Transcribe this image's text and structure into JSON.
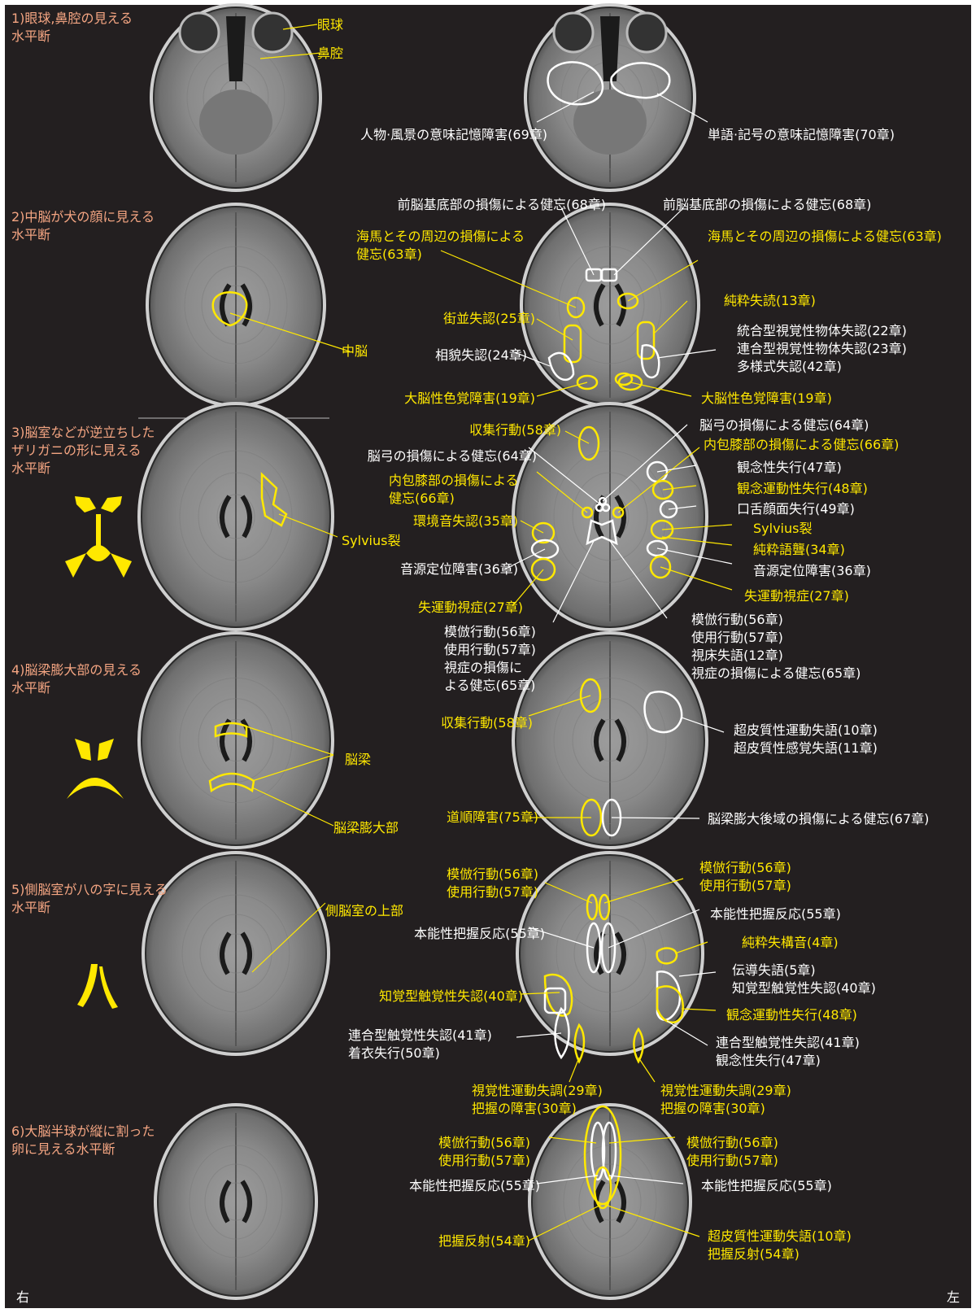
{
  "colors": {
    "background": "#231f20",
    "orange": "#f4a582",
    "yellow": "#ffe800",
    "white": "#ffffff"
  },
  "sections": [
    {
      "title_lines": [
        "1)眼球,鼻腔の見える",
        "水平断"
      ]
    },
    {
      "title_lines": [
        "2)中脳が犬の顔に見える",
        "水平断"
      ]
    },
    {
      "title_lines": [
        "3)脳室などが逆立ちした",
        "ザリガニの形に見える",
        "水平断"
      ]
    },
    {
      "title_lines": [
        "4)脳梁膨大部の見える",
        "水平断"
      ]
    },
    {
      "title_lines": [
        "5)側脳室が八の字に見える",
        "水平断"
      ]
    },
    {
      "title_lines": [
        "6)大脳半球が縦に割った",
        "卵に見える水平断"
      ]
    }
  ],
  "side_labels": {
    "right": "右",
    "left": "左"
  },
  "labels": [
    {
      "id": "s1-eyeball",
      "lines": [
        "眼球"
      ],
      "c": "y"
    },
    {
      "id": "s1-nasal",
      "lines": [
        "鼻腔"
      ],
      "c": "y"
    },
    {
      "id": "s1-person-memory",
      "lines": [
        "人物·風景の意味記憶障害(69章)"
      ],
      "c": "w"
    },
    {
      "id": "s1-word-memory",
      "lines": [
        "単語·記号の意味記憶障害(70章)"
      ],
      "c": "w"
    },
    {
      "id": "s2-forebrain-r",
      "lines": [
        "前脳基底部の損傷による健忘(68章)"
      ],
      "c": "w"
    },
    {
      "id": "s2-forebrain-l",
      "lines": [
        "前脳基底部の損傷による健忘(68章)"
      ],
      "c": "w"
    },
    {
      "id": "s2-hippo-r",
      "lines": [
        "海馬とその周辺の損傷による",
        "健忘(63章)"
      ],
      "c": "y"
    },
    {
      "id": "s2-hippo-l",
      "lines": [
        "海馬とその周辺の損傷による健忘(63章)"
      ],
      "c": "y"
    },
    {
      "id": "s2-alexia",
      "lines": [
        "純粋失読(13章)"
      ],
      "c": "y"
    },
    {
      "id": "s2-street",
      "lines": [
        "街並失認(25章)"
      ],
      "c": "y"
    },
    {
      "id": "s2-object",
      "lines": [
        "統合型視覚性物体失認(22章)",
        "連合型視覚性物体失認(23章)",
        "多様式失認(42章)"
      ],
      "c": "w"
    },
    {
      "id": "s2-face",
      "lines": [
        "相貌失認(24章)"
      ],
      "c": "w"
    },
    {
      "id": "s2-midbrain",
      "lines": [
        "中脳"
      ],
      "c": "y"
    },
    {
      "id": "s2-color-r",
      "lines": [
        "大脳性色覚障害(19章)"
      ],
      "c": "y"
    },
    {
      "id": "s2-color-l",
      "lines": [
        "大脳性色覚障害(19章)"
      ],
      "c": "y"
    },
    {
      "id": "s3-collect",
      "lines": [
        "収集行動(58章)"
      ],
      "c": "y"
    },
    {
      "id": "s3-fornix-l",
      "lines": [
        "脳弓の損傷による健忘(64章)"
      ],
      "c": "w"
    },
    {
      "id": "s3-genu-l",
      "lines": [
        "内包膝部の損傷による健忘(66章)"
      ],
      "c": "y"
    },
    {
      "id": "s3-fornix-r",
      "lines": [
        "脳弓の損傷による健忘(64章)"
      ],
      "c": "w"
    },
    {
      "id": "s3-genu-r",
      "lines": [
        "内包膝部の損傷による",
        "健忘(66章)"
      ],
      "c": "y"
    },
    {
      "id": "s3-ideational",
      "lines": [
        "観念性失行(47章)"
      ],
      "c": "w"
    },
    {
      "id": "s3-ideomotor",
      "lines": [
        "観念運動性失行(48章)"
      ],
      "c": "y"
    },
    {
      "id": "s3-buccofacial",
      "lines": [
        "口舌顔面失行(49章)"
      ],
      "c": "w"
    },
    {
      "id": "s3-env-sound",
      "lines": [
        "環境音失認(35章)"
      ],
      "c": "y"
    },
    {
      "id": "s3-sylvius-l",
      "lines": [
        "Sylvius裂"
      ],
      "c": "y"
    },
    {
      "id": "s3-sylvius-r",
      "lines": [
        "Sylvius裂"
      ],
      "c": "y"
    },
    {
      "id": "s3-word-deaf",
      "lines": [
        "純粋語聾(34章)"
      ],
      "c": "y"
    },
    {
      "id": "s3-sound-loc-r",
      "lines": [
        "音源定位障害(36章)"
      ],
      "c": "w"
    },
    {
      "id": "s3-sound-loc-l",
      "lines": [
        "音源定位障害(36章)"
      ],
      "c": "w"
    },
    {
      "id": "s3-ataxia-r",
      "lines": [
        "失運動視症(27章)"
      ],
      "c": "y"
    },
    {
      "id": "s3-ataxia-l",
      "lines": [
        "失運動視症(27章)"
      ],
      "c": "y"
    },
    {
      "id": "s3-imitation-r",
      "lines": [
        "模倣行動(56章)",
        "使用行動(57章)",
        "視症の損傷に",
        "よる健忘(65章)"
      ],
      "c": "w"
    },
    {
      "id": "s3-imitation-l",
      "lines": [
        "模倣行動(56章)",
        "使用行動(57章)",
        "視床失語(12章)",
        "視症の損傷による健忘(65章)"
      ],
      "c": "w"
    },
    {
      "id": "s4-collect",
      "lines": [
        "収集行動(58章)"
      ],
      "c": "y"
    },
    {
      "id": "s4-callosum",
      "lines": [
        "脳梁"
      ],
      "c": "y"
    },
    {
      "id": "s4-splenium",
      "lines": [
        "脳梁膨大部"
      ],
      "c": "y"
    },
    {
      "id": "s4-aphasia",
      "lines": [
        "超皮質性運動失語(10章)",
        "超皮質性感覚失語(11章)"
      ],
      "c": "w"
    },
    {
      "id": "s4-road",
      "lines": [
        "道順障害(75章)"
      ],
      "c": "y"
    },
    {
      "id": "s4-retro",
      "lines": [
        "脳梁膨大後域の損傷による健忘(67章)"
      ],
      "c": "w"
    },
    {
      "id": "s5-upper-ventricle",
      "lines": [
        "側脳室の上部"
      ],
      "c": "y"
    },
    {
      "id": "s5-imitation-r",
      "lines": [
        "模倣行動(56章)",
        "使用行動(57章)"
      ],
      "c": "y"
    },
    {
      "id": "s5-imitation-l",
      "lines": [
        "模倣行動(56章)",
        "使用行動(57章)"
      ],
      "c": "y"
    },
    {
      "id": "s5-grasp-l",
      "lines": [
        "本能性把握反応(55章)"
      ],
      "c": "w"
    },
    {
      "id": "s5-grasp-r",
      "lines": [
        "本能性把握反応(55章)"
      ],
      "c": "w"
    },
    {
      "id": "s5-anarthria",
      "lines": [
        "純粋失構音(4章)"
      ],
      "c": "y"
    },
    {
      "id": "s5-conduction",
      "lines": [
        "伝導失語(5章)",
        "知覚型触覚性失認(40章)"
      ],
      "c": "w"
    },
    {
      "id": "s5-tactile-r",
      "lines": [
        "知覚型触覚性失認(40章)"
      ],
      "c": "y"
    },
    {
      "id": "s5-ideomotor",
      "lines": [
        "観念運動性失行(48章)"
      ],
      "c": "y"
    },
    {
      "id": "s5-assoc-r",
      "lines": [
        "連合型触覚性失認(41章)",
        "着衣失行(50章)"
      ],
      "c": "w"
    },
    {
      "id": "s5-assoc-l",
      "lines": [
        "連合型触覚性失認(41章)",
        "観念性失行(47章)"
      ],
      "c": "w"
    },
    {
      "id": "s5-optic-r",
      "lines": [
        "視覚性運動失調(29章)",
        "把握の障害(30章)"
      ],
      "c": "y"
    },
    {
      "id": "s5-optic-l",
      "lines": [
        "視覚性運動失調(29章)",
        "把握の障害(30章)"
      ],
      "c": "y"
    },
    {
      "id": "s6-imitation-r",
      "lines": [
        "模倣行動(56章)",
        "使用行動(57章)"
      ],
      "c": "y"
    },
    {
      "id": "s6-imitation-l",
      "lines": [
        "模倣行動(56章)",
        "使用行動(57章)"
      ],
      "c": "y"
    },
    {
      "id": "s6-grasp-r",
      "lines": [
        "本能性把握反応(55章)"
      ],
      "c": "w"
    },
    {
      "id": "s6-grasp-l",
      "lines": [
        "本能性把握反応(55章)"
      ],
      "c": "w"
    },
    {
      "id": "s6-reflex",
      "lines": [
        "把握反射(54章)"
      ],
      "c": "y"
    },
    {
      "id": "s6-aphasia",
      "lines": [
        "超皮質性運動失語(10章)",
        "把握反射(54章)"
      ],
      "c": "y"
    }
  ]
}
